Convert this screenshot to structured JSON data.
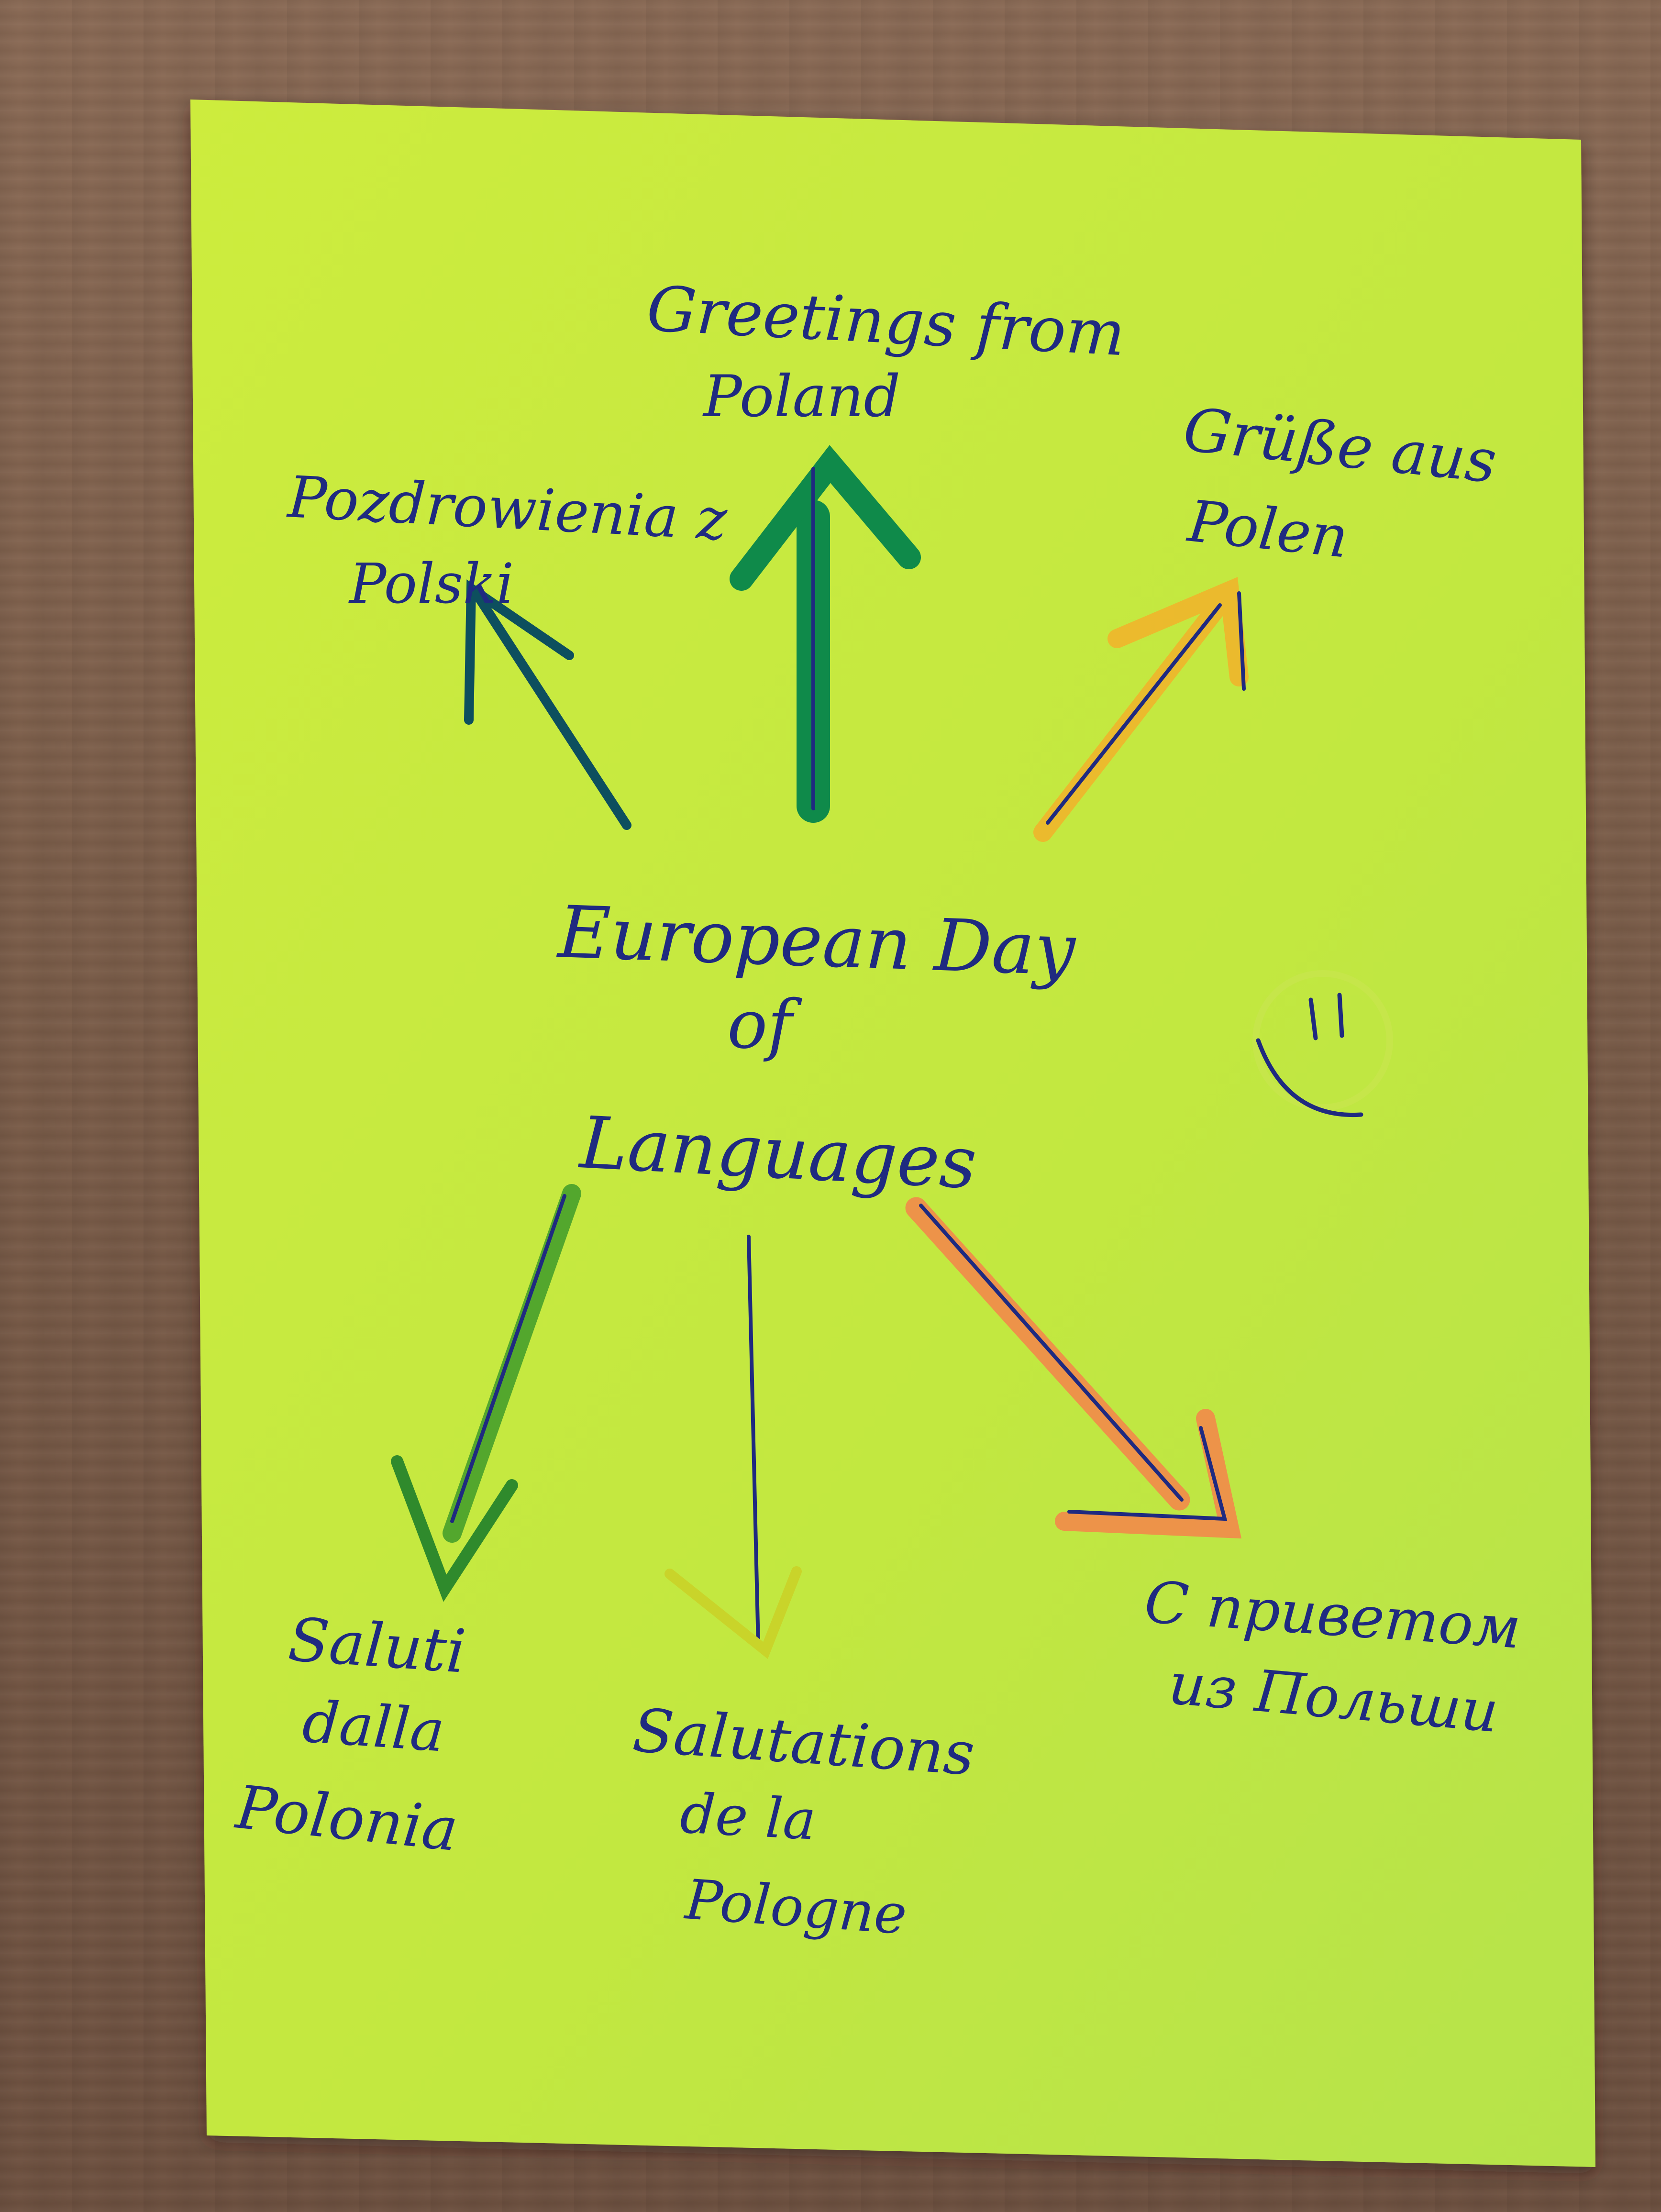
{
  "card": {
    "paper_color": "#cdeb3c",
    "ink_color": "#1f2a80",
    "center": {
      "line1": "European Day",
      "line2": "of",
      "line3": "Languages"
    },
    "greetings": [
      {
        "lang": "english",
        "lines": [
          "Greetings from",
          "Poland"
        ],
        "arrow_color": "#0f8a4a"
      },
      {
        "lang": "polish",
        "lines": [
          "Pozdrowienia z",
          "Polski"
        ],
        "arrow_color": "#0d4f5e"
      },
      {
        "lang": "german",
        "lines": [
          "Grüße aus",
          "Polen"
        ],
        "arrow_color": "#f2b12a"
      },
      {
        "lang": "italian",
        "lines": [
          "Saluti",
          "dalla",
          "Polonia"
        ],
        "arrow_color": "#2f8a2c"
      },
      {
        "lang": "french",
        "lines": [
          "Salutations",
          "de la",
          "Pologne"
        ],
        "arrow_color": "#c9d42a"
      },
      {
        "lang": "russian",
        "lines": [
          "С приветом",
          "из Польши"
        ],
        "arrow_color": "#f28a4a"
      }
    ],
    "doodle": "smiley-face"
  }
}
